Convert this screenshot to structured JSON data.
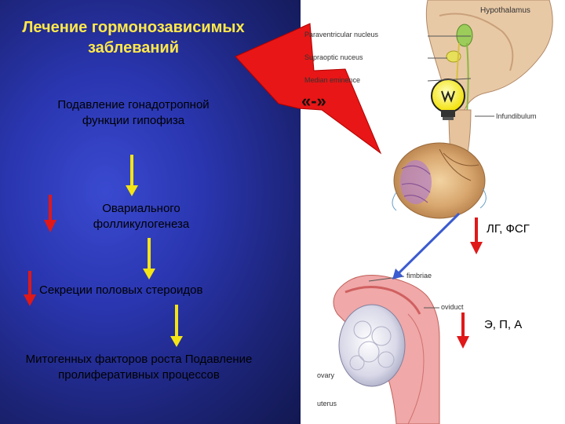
{
  "slide": {
    "title": "Лечение гормонозависимых заблеваний",
    "steps": {
      "suppression": "Подавление гонадотропной функции гипофиза",
      "ovarian": "Овариального фолликулогенеза",
      "secretion": "Секреции половых стероидов",
      "mitogenic": "Митогенных факторов роста Подавление пролиферативных процессов"
    },
    "antagonist_mark": "«-»",
    "hormones": {
      "gonadotropins": "ЛГ, ФСГ",
      "steroids": "Э, П, А"
    }
  },
  "anatomy_labels": {
    "hypothalamus": "Hypothalamus",
    "paraventricular": "Paraventricular nucleus",
    "supraoptic": "Supraoptic nuceus",
    "median": "Median eminence",
    "infundibulum": "Infundibulum",
    "fimbriae": "fimbriae",
    "oviduct": "oviduct",
    "ovary": "ovary",
    "uterus": "uterus"
  },
  "colors": {
    "title_yellow": "#ffe84a",
    "panel_blue": "#2a36b0",
    "arrow_red": "#e01818",
    "arrow_yellow": "#f4e414"
  }
}
